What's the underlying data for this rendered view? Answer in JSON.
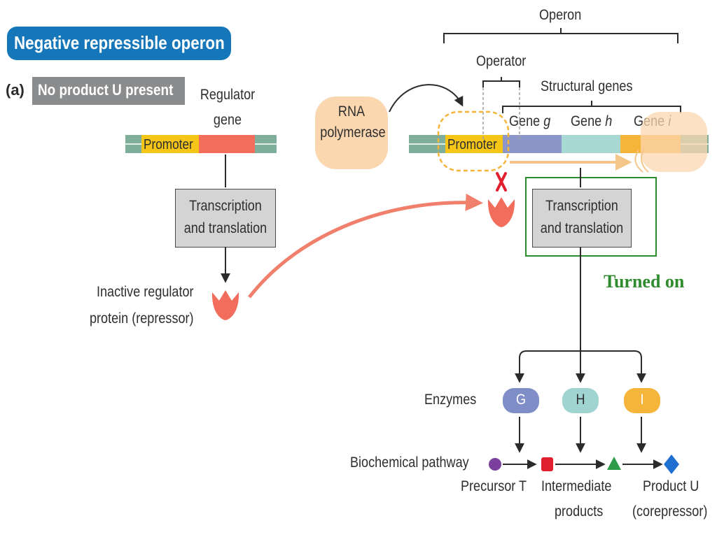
{
  "title": "Negative repressible operon",
  "panel": {
    "letter": "(a)",
    "condition": "No product U present"
  },
  "regulator": {
    "gene_label_line1": "Regulator",
    "gene_label_line2": "gene",
    "promoter": "Promoter",
    "process_line1": "Transcription",
    "process_line2": "and translation",
    "protein_line1": "Inactive regulator",
    "protein_line2": "protein (repressor)"
  },
  "operon": {
    "label": "Operon",
    "operator": "Operator",
    "structural_genes": "Structural genes",
    "promoter": "Promoter",
    "genes": [
      {
        "prefix": "Gene ",
        "letter": "g"
      },
      {
        "prefix": "Gene ",
        "letter": "h"
      },
      {
        "prefix": "Gene ",
        "letter": "i"
      }
    ],
    "rna_polymerase_line1": "RNA",
    "rna_polymerase_line2": "polymerase",
    "process_line1": "Transcription",
    "process_line2": "and translation",
    "status": "Turned on"
  },
  "enzymes": {
    "label": "Enzymes",
    "items": [
      "G",
      "H",
      "I"
    ],
    "colors": [
      "#7f8ec7",
      "#9fd4d0",
      "#f5b43a"
    ]
  },
  "pathway": {
    "label": "Biochemical pathway",
    "precursor": "Precursor T",
    "intermediate_line1": "Intermediate",
    "intermediate_line2": "products",
    "product_line1": "Product U",
    "product_line2": "(corepressor)"
  },
  "colors": {
    "title_bg": "#1577b9",
    "case_bg": "#8a8c8e",
    "promoter": "#f5c518",
    "regulator_gene": "#f26d5b",
    "dna": "#7fae9a",
    "repressor": "#f26d5b",
    "highlight": "#2e8b2e",
    "block_x": "#e0202e"
  }
}
